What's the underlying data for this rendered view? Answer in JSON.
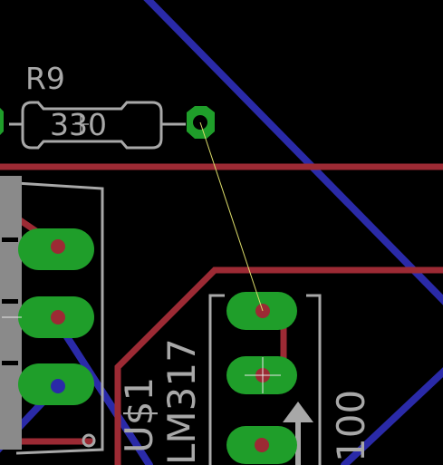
{
  "colors": {
    "background": "#000000",
    "top_copper": "#9c2a34",
    "bottom_copper": "#2a2aa8",
    "pad": "#1f9e2a",
    "silkscreen": "#a8a8a8",
    "airwire": "#dcdc6a"
  },
  "components": {
    "r9": {
      "name": "R9",
      "value": "330"
    },
    "u1": {
      "name": "U$1",
      "value": "LM317"
    },
    "trimmer": {
      "value": "100"
    }
  }
}
